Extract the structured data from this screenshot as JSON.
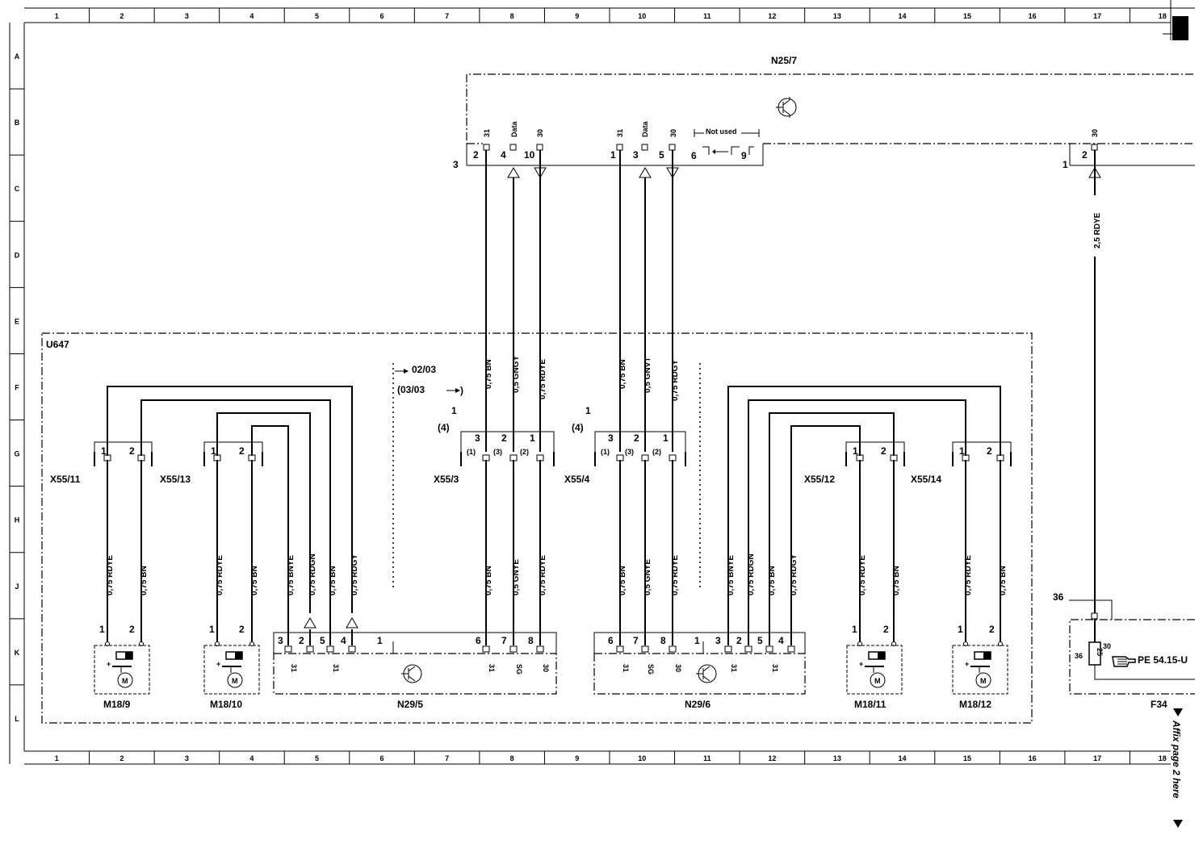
{
  "grid": {
    "columns": [
      "1",
      "2",
      "3",
      "4",
      "5",
      "6",
      "7",
      "8",
      "9",
      "10",
      "11",
      "12",
      "13",
      "14",
      "15",
      "16",
      "17",
      "18"
    ],
    "rows": [
      "A",
      "B",
      "C",
      "D",
      "E",
      "F",
      "G",
      "H",
      "J",
      "K",
      "L"
    ]
  },
  "modules": {
    "n25_7": "N25/7",
    "u647": "U647",
    "n29_5": "N29/5",
    "n29_6": "N29/6",
    "f34": "F34"
  },
  "connectors": {
    "x55_11": "X55/11",
    "x55_13": "X55/13",
    "x55_3": "X55/3",
    "x55_4": "X55/4",
    "x55_12": "X55/12",
    "x55_14": "X55/14"
  },
  "motors": {
    "m18_9": "M18/9",
    "m18_10": "M18/10",
    "m18_11": "M18/11",
    "m18_12": "M18/12",
    "symbol": "M"
  },
  "n25_header": {
    "not_used": "Not used",
    "conn_num_left": "3",
    "conn_num_right": "1",
    "pins_left": [
      {
        "func": "31",
        "pin": "2"
      },
      {
        "func": "Data",
        "pin": "4"
      },
      {
        "func": "30",
        "pin": "10"
      }
    ],
    "pins_mid": [
      {
        "func": "31",
        "pin": "1"
      },
      {
        "func": "Data",
        "pin": "3"
      },
      {
        "func": "30",
        "pin": "5"
      }
    ],
    "pin_6": "6",
    "pin_9": "9",
    "pin_right": {
      "func": "30",
      "pin": "2"
    }
  },
  "wires_upper": {
    "w1": "0,75 BN",
    "w2": "0,5 GNGY",
    "w3": "0,75 RDYE",
    "w4": "0,75 BN",
    "w5": "0,5 GNVT",
    "w6": "0,75 RDGY",
    "w_f34": "2,5 RDYE"
  },
  "wires_lower": {
    "m18_9_a": "0,75 RDYE",
    "m18_9_b": "0,75 BN",
    "m18_10_a": "0,75 RDYE",
    "m18_10_b": "0,75 BN",
    "n295_a": "0,75 BNYE",
    "n295_b": "0,75 RDGN",
    "n295_c": "0,75 BN",
    "n295_d": "0,75 RDGY",
    "x553_a": "0,75 BN",
    "x553_b": "0,5 GNYE",
    "x553_c": "0,75 RDYE",
    "x554_a": "0,75 BN",
    "x554_b": "0,5 GNYE",
    "x554_c": "0,75 RDYE",
    "n296_a": "0,75 BNYE",
    "n296_b": "0,75 RDGN",
    "n296_c": "0,75 BN",
    "n296_d": "0,75 RDGY",
    "m18_11_a": "0,75 RDYE",
    "m18_11_b": "0,75 BN",
    "m18_12_a": "0,75 RDYE",
    "m18_12_b": "0,75 BN"
  },
  "x55_pins": {
    "top": [
      "3",
      "2",
      "1"
    ],
    "bottom": [
      "(1)",
      "(3)",
      "(2)"
    ],
    "group": "(4)",
    "one": "1"
  },
  "pin_numbers": {
    "p1": "1",
    "p2": "2",
    "p3": "3",
    "p4": "4",
    "p5": "5",
    "p6": "6",
    "p7": "7",
    "p8": "8",
    "f31": "31",
    "f30": "30",
    "fsg": "SG"
  },
  "ref_notes": {
    "arrow_1": "02/03",
    "arrow_2": "(03/03",
    "arrow_2_close": ")"
  },
  "f34_block": {
    "conn": "36",
    "fuse_pin": "36",
    "fuse_value": "25",
    "fuse_out": "30",
    "ref": "PE 54.15-U"
  },
  "affix_note": "Affix page 2 here"
}
